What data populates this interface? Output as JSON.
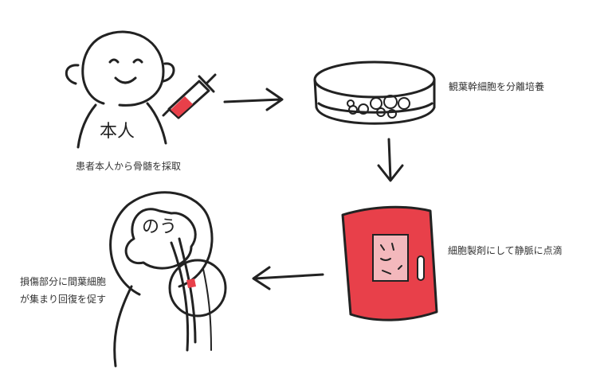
{
  "steps": [
    {
      "caption": "患者本人から骨髄を採取",
      "label": "本人"
    },
    {
      "caption": "観葉幹細胞を分離培養"
    },
    {
      "caption": "細胞製剤にして静脈に点滴"
    },
    {
      "caption_line1": "損傷部分に間葉細胞",
      "caption_line2": "が集まり回復を促す",
      "label": "のう"
    }
  ],
  "colors": {
    "accent": "#e8404a",
    "ink": "#222222"
  }
}
